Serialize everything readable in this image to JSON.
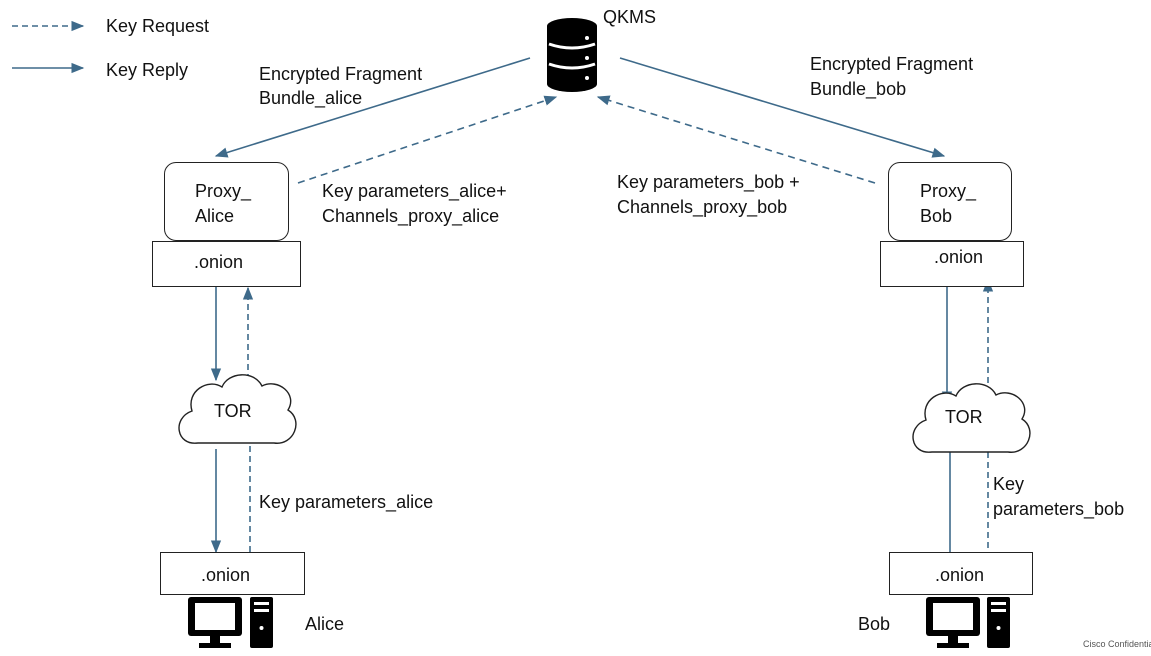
{
  "legend": {
    "request_label": "Key Request",
    "reply_label": "Key Reply"
  },
  "qkms": {
    "label": "QKMS",
    "icon": "database-icon"
  },
  "left": {
    "bundle_line1": "Encrypted Fragment",
    "bundle_line2": "Bundle_alice",
    "proxy_line1": "Proxy_",
    "proxy_line2": "Alice",
    "proxy_onion": ".onion",
    "request_line1": "Key parameters_alice+",
    "request_line2": "Channels_proxy_alice",
    "tor": "TOR",
    "client_request": "Key parameters_alice",
    "client_onion": ".onion",
    "client_name": "Alice",
    "client_icon": "computer-icon"
  },
  "right": {
    "bundle_line1": "Encrypted Fragment",
    "bundle_line2": "Bundle_bob",
    "proxy_line1": "Proxy_",
    "proxy_line2": "Bob",
    "proxy_onion": ".onion",
    "request_line1": "Key parameters_bob +",
    "request_line2": "Channels_proxy_bob",
    "tor": "TOR",
    "client_request_line1": "Key",
    "client_request_line2": "parameters_bob",
    "client_onion": ".onion",
    "client_name": "Bob",
    "client_icon": "computer-icon"
  },
  "footer": {
    "confidential": "Cisco Confidential"
  },
  "colors": {
    "arrow": "#3e6a8a",
    "outline": "#222222",
    "icon": "#000000"
  }
}
